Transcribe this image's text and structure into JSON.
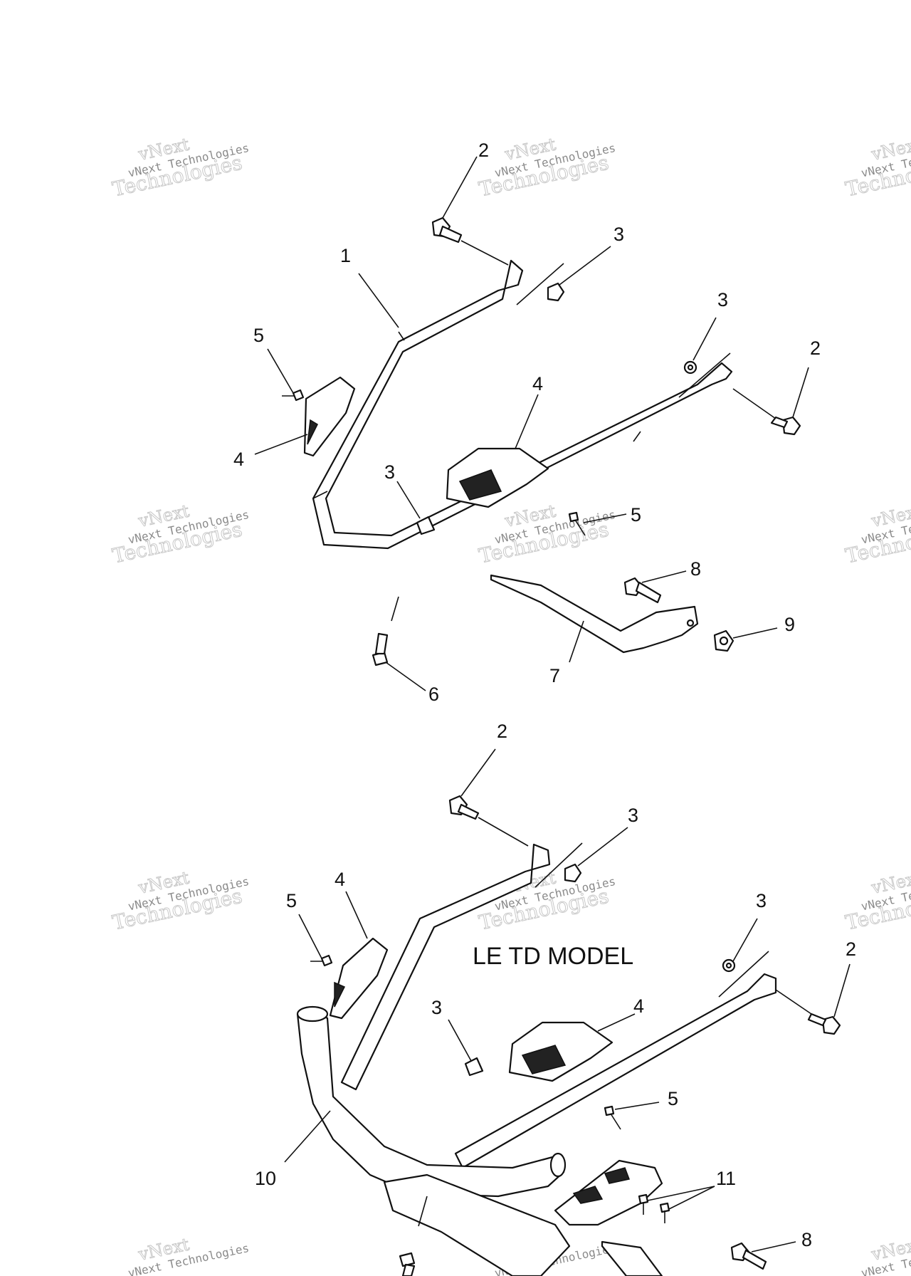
{
  "watermark": {
    "line1": "vNext",
    "line2": "vNext Technologies",
    "line3": "Technologies"
  },
  "model_label": "LE TD MODEL",
  "callouts": {
    "top": [
      "2",
      "3",
      "1",
      "3",
      "2",
      "5",
      "4",
      "4",
      "3",
      "5",
      "8",
      "9",
      "7",
      "6"
    ],
    "bottom": [
      "2",
      "3",
      "4",
      "5",
      "3",
      "2",
      "3",
      "4",
      "5",
      "10",
      "11",
      "8"
    ]
  }
}
